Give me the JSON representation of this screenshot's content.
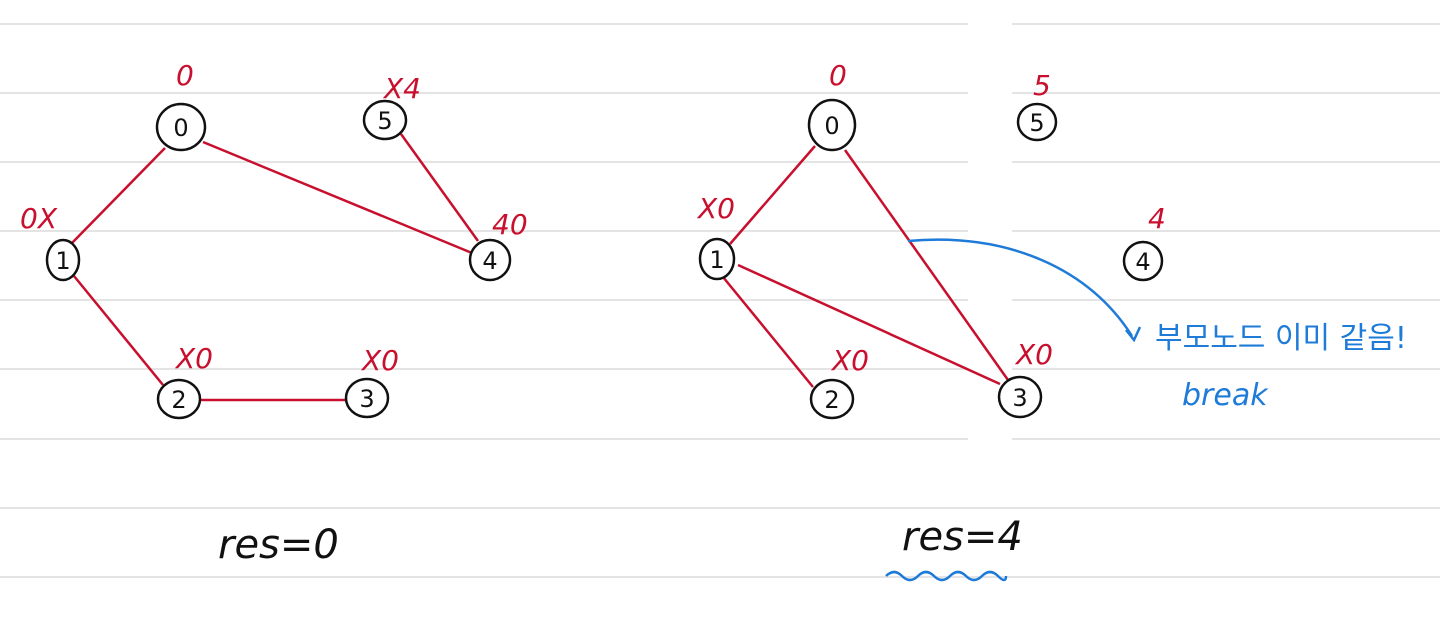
{
  "colors": {
    "ruled_line": "#dcdcdc",
    "edge": "#c8102e",
    "node_stroke": "#111111",
    "annotation_red": "#c8102e",
    "annotation_blue": "#1e7bd8"
  },
  "left_graph": {
    "nodes": [
      {
        "id": "0",
        "label": "0",
        "parent_note": "0"
      },
      {
        "id": "1",
        "label": "1",
        "parent_note": "0X"
      },
      {
        "id": "2",
        "label": "2",
        "parent_note": "X0"
      },
      {
        "id": "3",
        "label": "3",
        "parent_note": "X0"
      },
      {
        "id": "4",
        "label": "4",
        "parent_note": "40"
      },
      {
        "id": "5",
        "label": "5",
        "parent_note": "X4"
      }
    ],
    "edges": [
      [
        "0",
        "1"
      ],
      [
        "0",
        "4"
      ],
      [
        "5",
        "4"
      ],
      [
        "1",
        "2"
      ],
      [
        "2",
        "3"
      ]
    ],
    "result": "res=0"
  },
  "right_graph": {
    "nodes": [
      {
        "id": "0",
        "label": "0",
        "parent_note": "0"
      },
      {
        "id": "1",
        "label": "1",
        "parent_note": "X0"
      },
      {
        "id": "2",
        "label": "2",
        "parent_note": "X0"
      },
      {
        "id": "3",
        "label": "3",
        "parent_note": "X0"
      },
      {
        "id": "4",
        "label": "4",
        "parent_note": "4"
      },
      {
        "id": "5",
        "label": "5",
        "parent_note": "5"
      }
    ],
    "edges": [
      [
        "0",
        "1"
      ],
      [
        "0",
        "3"
      ],
      [
        "1",
        "2"
      ],
      [
        "1",
        "3"
      ]
    ],
    "result": "res=4",
    "note": "부모노드 이미 같음!",
    "note_sub": "break"
  }
}
